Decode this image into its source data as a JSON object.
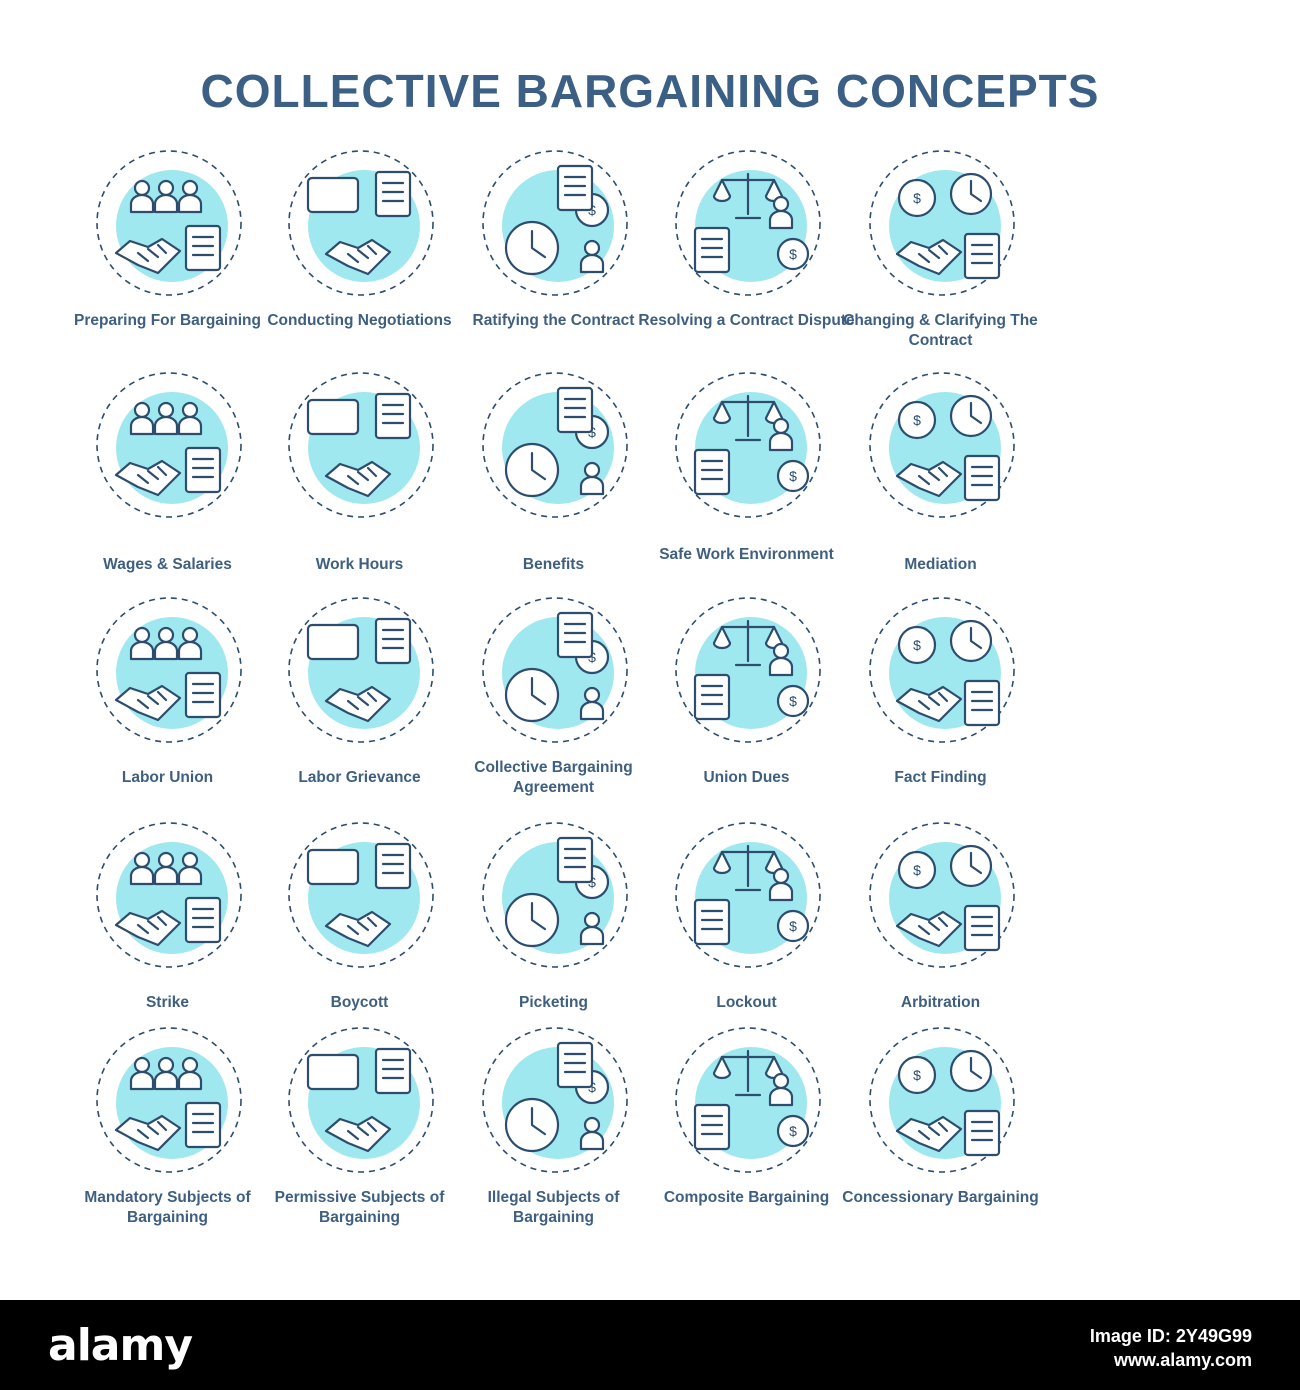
{
  "title": "COLLECTIVE BARGAINING CONCEPTS",
  "colors": {
    "title": "#3c5f86",
    "accent": "#7fe0ea",
    "ink": "#2c4d6e",
    "label": "#3f5f80"
  },
  "concepts": [
    {
      "label": "Preparing For Bargaining",
      "icon": "preparing-bargaining-icon"
    },
    {
      "label": "Conducting Negotiations",
      "icon": "negotiation-handshake-icon"
    },
    {
      "label": "Ratifying the Contract",
      "icon": "ratify-vote-icon"
    },
    {
      "label": "Resolving a Contract Dispute",
      "icon": "dispute-gavel-icon"
    },
    {
      "label": "Changing & Clarifying The Contract",
      "icon": "contract-edit-icon"
    },
    {
      "label": "Wages & Salaries",
      "icon": "wages-clock-icon"
    },
    {
      "label": "Work Hours",
      "icon": "work-hours-stopwatch-icon"
    },
    {
      "label": "Benefits",
      "icon": "benefits-umbrella-icon"
    },
    {
      "label": "Safe Work Environment",
      "icon": "safety-helmet-icon"
    },
    {
      "label": "Mediation",
      "icon": "mediation-dove-icon"
    },
    {
      "label": "Labor Union",
      "icon": "labor-union-fist-icon"
    },
    {
      "label": "Labor Grievance",
      "icon": "grievance-scales-icon"
    },
    {
      "label": "Collective Bargaining Agreement",
      "icon": "agreement-shield-icon"
    },
    {
      "label": "Union Dues",
      "icon": "union-dues-coins-icon"
    },
    {
      "label": "Fact Finding",
      "icon": "fact-finding-chart-icon"
    },
    {
      "label": "Strike",
      "icon": "strike-crowd-icon"
    },
    {
      "label": "Boycott",
      "icon": "boycott-cart-icon"
    },
    {
      "label": "Picketing",
      "icon": "picketing-megaphone-icon"
    },
    {
      "label": "Lockout",
      "icon": "lockout-padlock-icon"
    },
    {
      "label": "Arbitration",
      "icon": "arbitration-scales-icon"
    },
    {
      "label": "Mandatory Subjects of Bargaining",
      "icon": "mandatory-calendar-icon"
    },
    {
      "label": "Permissive Subjects of Bargaining",
      "icon": "permissive-megaphone-icon"
    },
    {
      "label": "Illegal Subjects of Bargaining",
      "icon": "illegal-hand-icon"
    },
    {
      "label": "Composite Bargaining",
      "icon": "composite-puzzle-icon"
    },
    {
      "label": "Concessionary Bargaining",
      "icon": "concession-lifebuoy-icon"
    }
  ],
  "footer": {
    "logo": "alamy",
    "image_id": "Image ID: 2Y49G99",
    "url": "www.alamy.com"
  }
}
